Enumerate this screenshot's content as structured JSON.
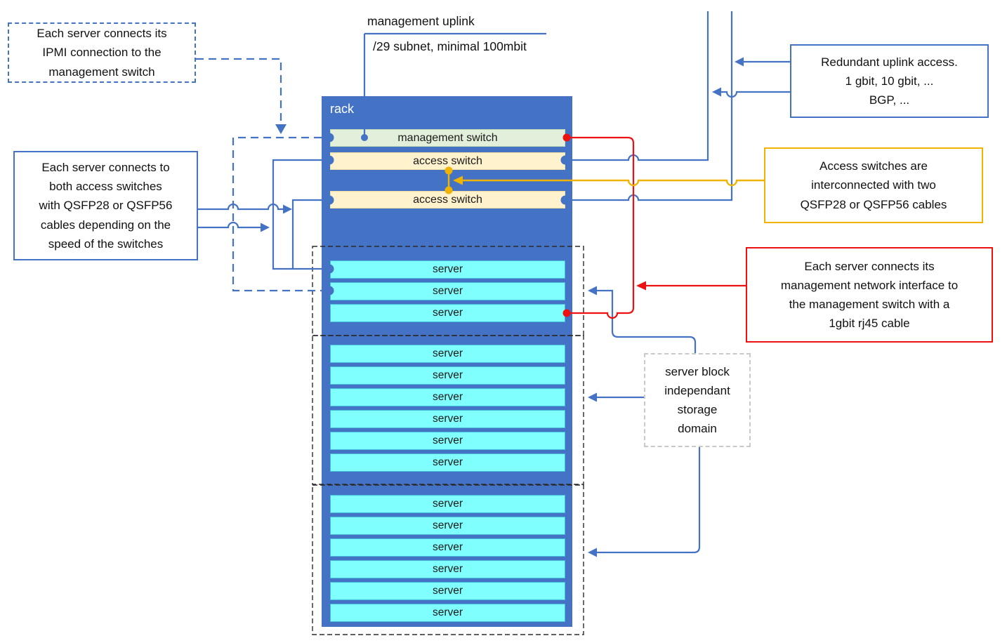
{
  "diagram": {
    "rack": {
      "label": "rack",
      "management_switch_label": "management switch",
      "access_switch_1_label": "access switch",
      "access_switch_2_label": "access switch",
      "server_blocks": [
        {
          "servers": [
            "server",
            "server",
            "server"
          ]
        },
        {
          "servers": [
            "server",
            "server",
            "server",
            "server",
            "server",
            "server"
          ]
        },
        {
          "servers": [
            "server",
            "server",
            "server",
            "server",
            "server",
            "server"
          ]
        }
      ]
    },
    "uplink": {
      "title": "management uplink",
      "subtitle": "/29 subnet, minimal 100mbit"
    },
    "notes": {
      "ipmi": "Each server connects its\nIPMI connection to the\nmanagement switch",
      "qsfp": "Each server connects to\nboth access switches\nwith QSFP28 or QSFP56\ncables depending on the\nspeed of the switches",
      "redundant_uplink": "Redundant uplink access.\n1 gbit, 10 gbit, ...\nBGP, ...",
      "interconnect": "Access switches are\ninterconnected with two\nQSFP28 or QSFP56 cables",
      "management_nic": "Each server connects its\nmanagement network interface to\nthe management switch with a\n1gbit rj45 cable",
      "storage_domain": "server block\nindependant\nstorage\ndomain"
    },
    "colors": {
      "blue": "#4472C4",
      "yellow": "#F0B400",
      "red": "#ED1111",
      "management_switch_fill": "#E2EFDA",
      "access_switch_fill": "#FFF2CC",
      "server_fill": "#80FFFF"
    }
  }
}
